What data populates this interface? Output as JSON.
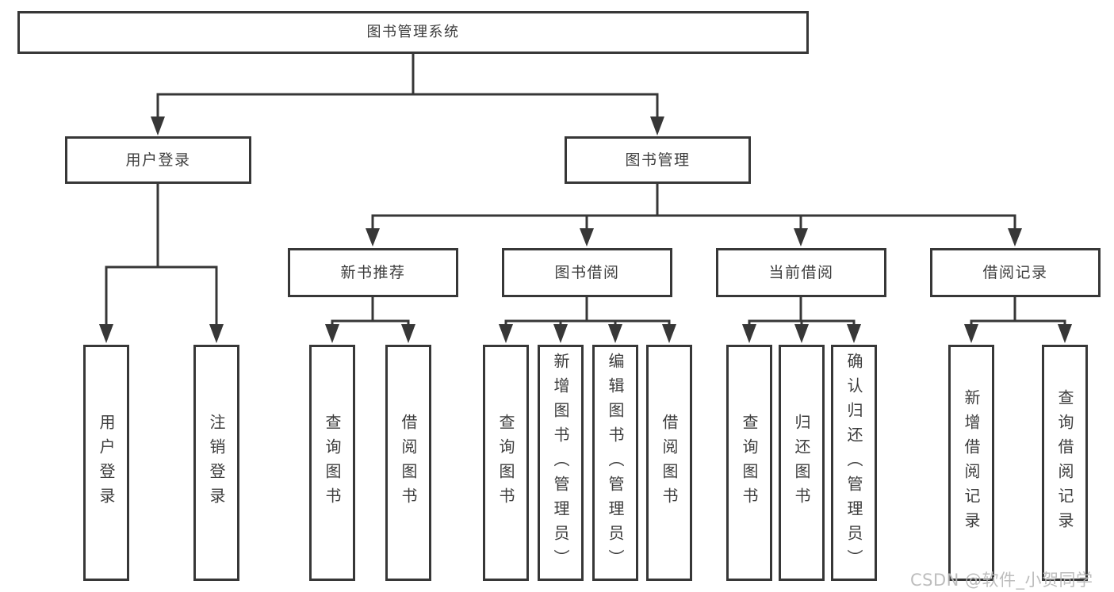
{
  "tree": {
    "label": "图书管理系统",
    "children": [
      {
        "label": "用户登录",
        "children": [
          {
            "label": "用户登录"
          },
          {
            "label": "注销登录"
          }
        ]
      },
      {
        "label": "图书管理",
        "children": [
          {
            "label": "新书推荐",
            "children": [
              {
                "label": "查询图书"
              },
              {
                "label": "借阅图书"
              }
            ]
          },
          {
            "label": "图书借阅",
            "children": [
              {
                "label": "查询图书"
              },
              {
                "label": "新增图书（管理员）"
              },
              {
                "label": "编辑图书（管理员）"
              },
              {
                "label": "借阅图书"
              }
            ]
          },
          {
            "label": "当前借阅",
            "children": [
              {
                "label": "查询图书"
              },
              {
                "label": "归还图书"
              },
              {
                "label": "确认归还（管理员）"
              }
            ]
          },
          {
            "label": "借阅记录",
            "children": [
              {
                "label": "新增借阅记录"
              },
              {
                "label": "查询借阅记录"
              }
            ]
          }
        ]
      }
    ]
  },
  "watermark": {
    "text": "CSDN @软件_小贺同学"
  },
  "colors": {
    "line": "#373737",
    "border": "#373737",
    "text": "#3d3d3d",
    "watermark": "#b7b7b7",
    "background": "#ffffff"
  }
}
